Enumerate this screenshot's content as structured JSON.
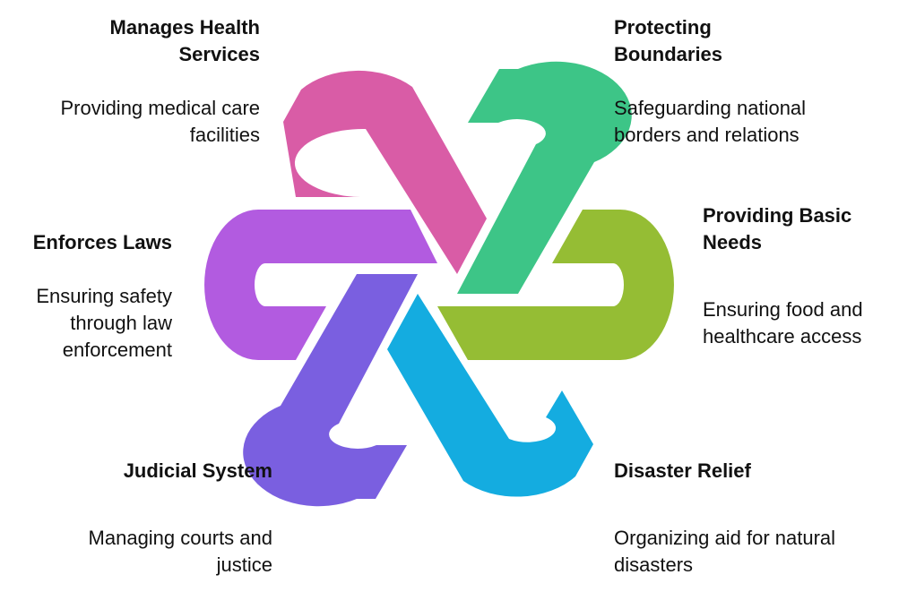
{
  "colors": {
    "pink": "#D95CA6",
    "green": "#3DC587",
    "olive": "#95BD34",
    "cyan": "#14ACE0",
    "indigo": "#7A5FE0",
    "violet": "#B25BE0"
  },
  "items": [
    {
      "title": "Manages Health Services",
      "desc": "Providing medical care facilities"
    },
    {
      "title": "Protecting Boundaries",
      "desc": "Safeguarding national borders and relations"
    },
    {
      "title": "Enforces Laws",
      "desc": "Ensuring safety through law enforcement"
    },
    {
      "title": "Providing Basic Needs",
      "desc": "Ensuring food and healthcare access"
    },
    {
      "title": "Judicial System",
      "desc": "Managing courts and justice"
    },
    {
      "title": "Disaster Relief",
      "desc": "Organizing aid for natural disasters"
    }
  ]
}
